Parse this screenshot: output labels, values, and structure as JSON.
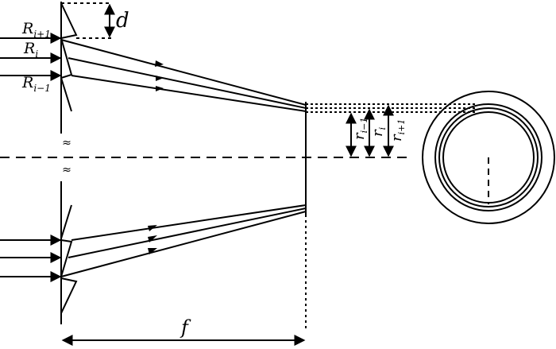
{
  "labels": {
    "d": "d",
    "f": "f",
    "R_next": {
      "base": "R",
      "sub": "i+1"
    },
    "R_cur": {
      "base": "R",
      "sub": "i"
    },
    "R_prev": {
      "base": "R",
      "sub": "i−1"
    },
    "r_prev": {
      "base": "r",
      "sub": "i−1"
    },
    "r_cur": {
      "base": "r",
      "sub": "i"
    },
    "r_next": {
      "base": "r",
      "sub": "i+1"
    },
    "break_mark": "≈"
  },
  "colors": {
    "ink": "#000000",
    "paper": "#ffffff"
  }
}
